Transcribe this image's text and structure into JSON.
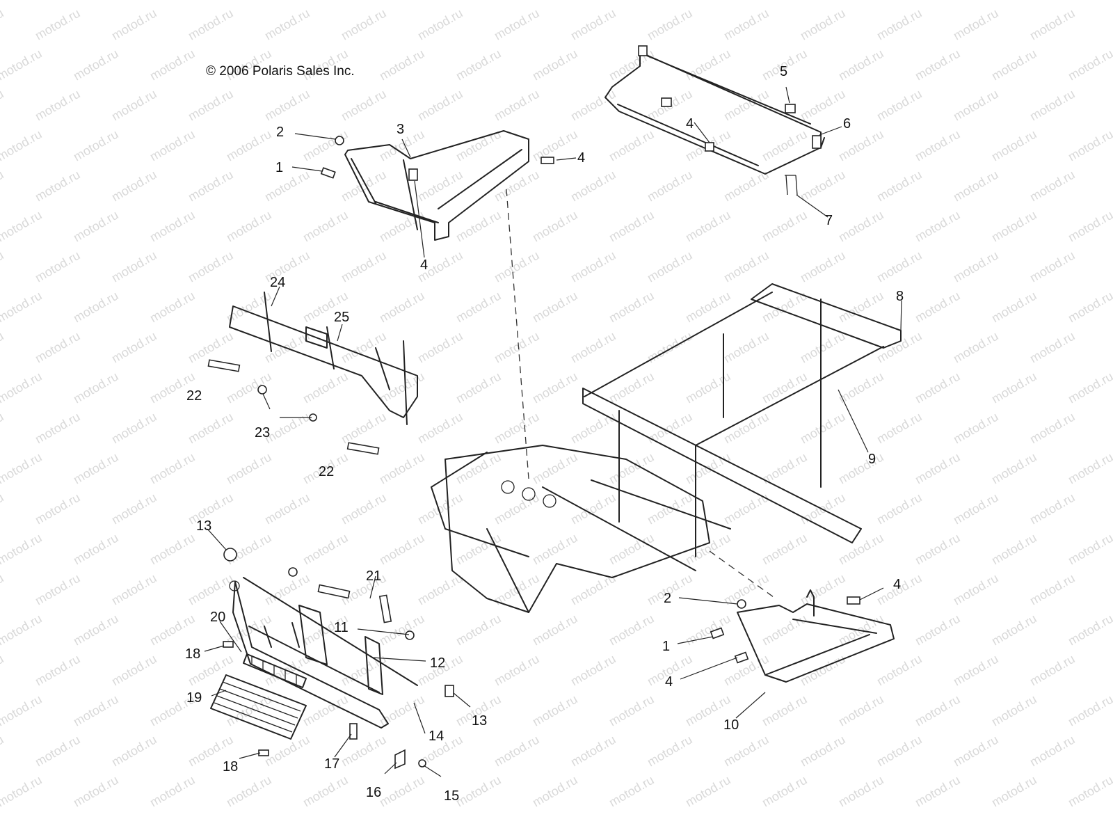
{
  "copyright": "© 2006 Polaris Sales Inc.",
  "watermark": "motod.ru",
  "callouts": [
    "1",
    "2",
    "3",
    "4",
    "5",
    "6",
    "7",
    "8",
    "9",
    "10",
    "11",
    "12",
    "13",
    "14",
    "15",
    "16",
    "17",
    "18",
    "19",
    "20",
    "21",
    "22",
    "23",
    "24",
    "25"
  ],
  "colors": {
    "line": "#222222",
    "watermark": "#d9d9d9",
    "background": "#ffffff"
  }
}
